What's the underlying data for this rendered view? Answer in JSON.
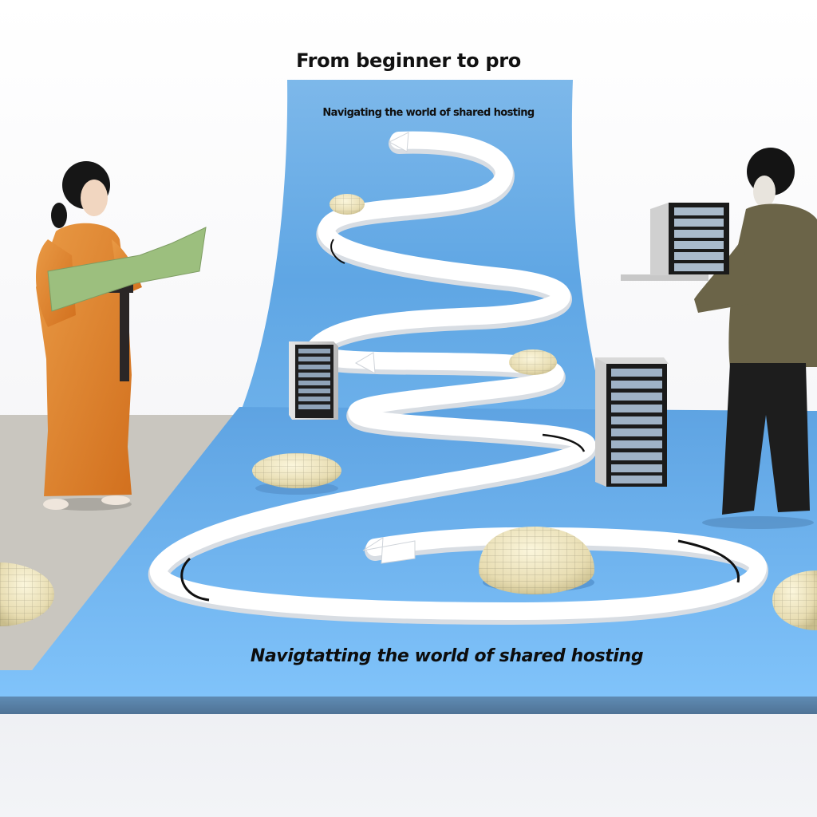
{
  "title": "From beginner to pro",
  "backdrop_subtitle": "Navigating the world of shared hosting",
  "floor_caption": "Navigtatting the world of shared hosting",
  "scene": {
    "description": "3D illustration of a winding white path on a blue platform with server racks and domed stepping stones",
    "figures": [
      {
        "name": "woman-in-kimono",
        "holding": "map"
      },
      {
        "name": "man-in-sweater",
        "holding": "server-rack"
      }
    ],
    "objects": [
      "winding-path",
      "server-rack-small",
      "server-rack-tall",
      "dome-stones",
      "arrow-markers"
    ]
  },
  "colors": {
    "platform": "#78b8ee",
    "platform_edge": "#557fa6",
    "backdrop_blue": "#6aaee8",
    "path": "#ffffff",
    "dome": "#eee5bf",
    "kimono": "#e0832a",
    "sweater": "#6b6448",
    "pants": "#1c1c1c",
    "gray_floor": "#c9c6bf"
  }
}
